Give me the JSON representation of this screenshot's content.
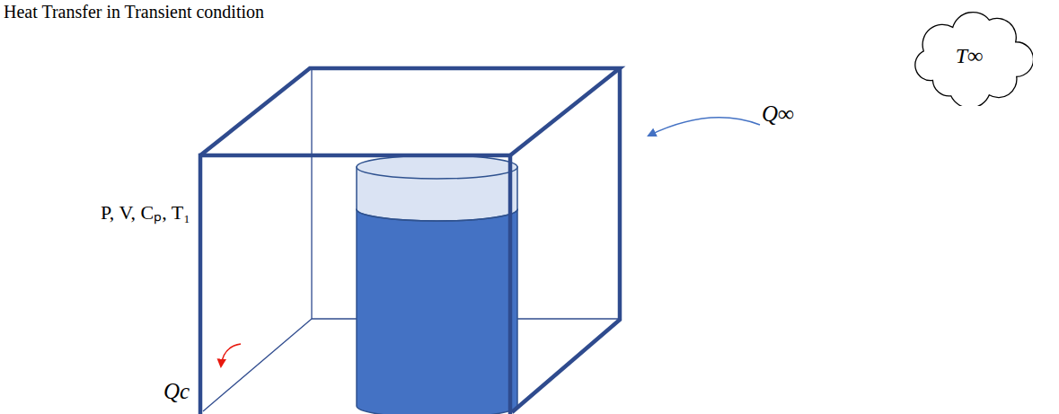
{
  "diagram": {
    "title": "Heat Transfer in Transient condition",
    "nodes": [
      {
        "text": [
          "T∞"
        ]
      }
    ],
    "labels": [
      "P, V, Cₚ, T₁",
      "Q∞",
      "Qc"
    ]
  }
}
